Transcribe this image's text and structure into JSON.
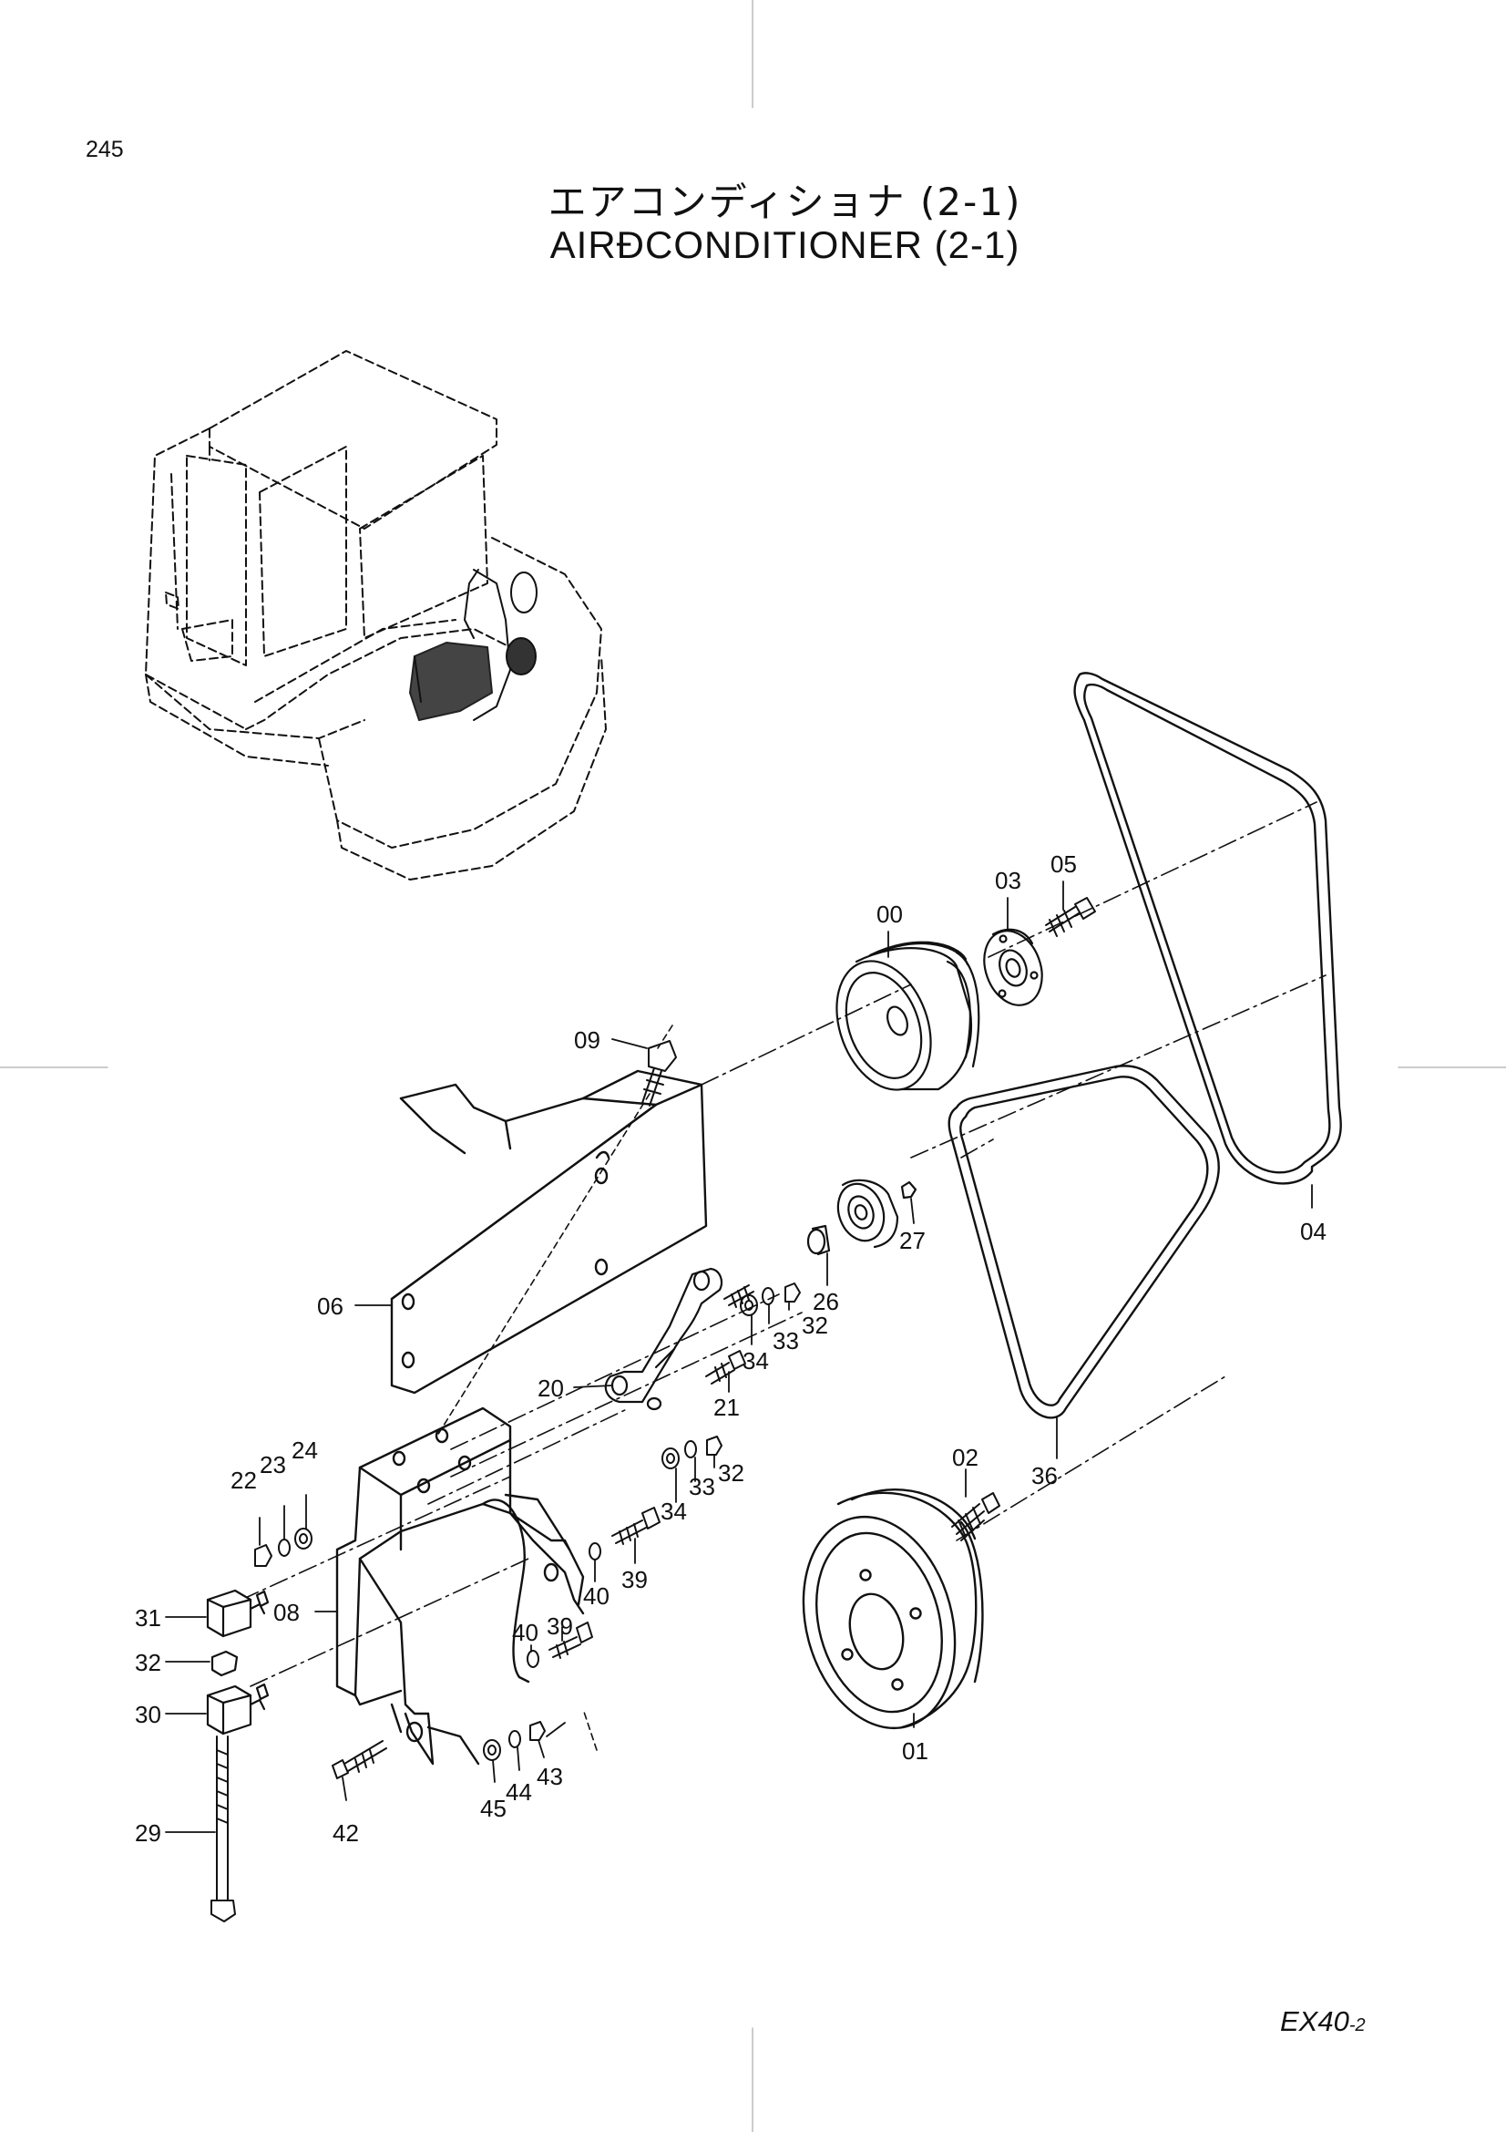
{
  "page_number": "245",
  "title_jp": "エアコンディショナ (2-1)",
  "title_en": "AIRÐCONDITIONER (2-1)",
  "model": "EX40",
  "model_suffix": "-2",
  "part_labels": [
    "00",
    "01",
    "02",
    "03",
    "04",
    "05",
    "06",
    "08",
    "09",
    "20",
    "21",
    "22",
    "23",
    "24",
    "26",
    "27",
    "29",
    "30",
    "31",
    "32",
    "33",
    "34",
    "36",
    "39",
    "40",
    "42",
    "43",
    "44",
    "45"
  ]
}
